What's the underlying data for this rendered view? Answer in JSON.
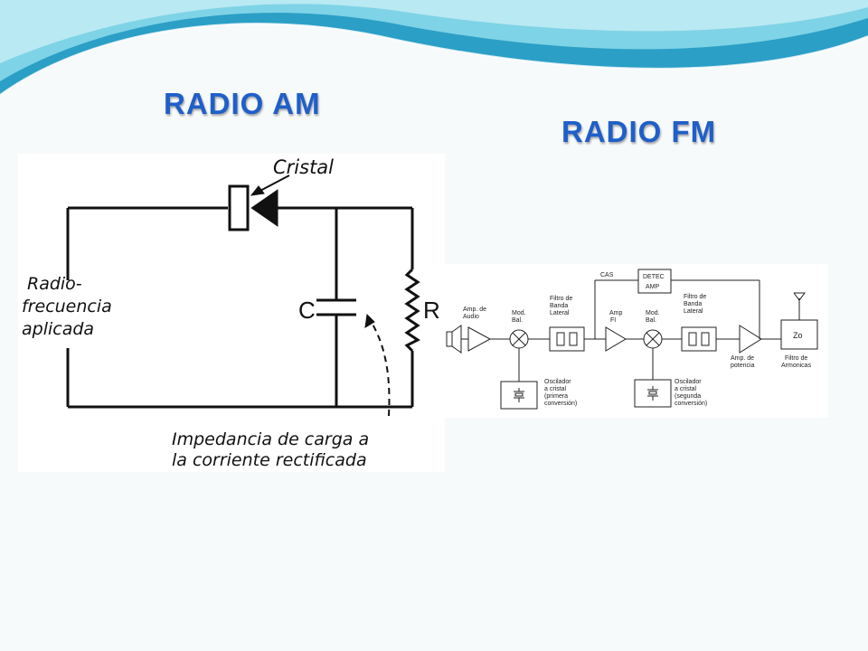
{
  "colors": {
    "title": "#1f5fc9",
    "wave_dark": "#2b9fc6",
    "wave_light": "#7fd3e6",
    "ink": "#111111"
  },
  "titles": {
    "am": "RADIO AM",
    "fm": "RADIO FM"
  },
  "am": {
    "crystal": "Cristal",
    "rf_line1": "Radio-",
    "rf_line2": "frecuencia",
    "rf_line3": "aplicada",
    "capacitor": "C",
    "resistor": "R",
    "load_line1": "Impedancia de carga a",
    "load_line2": "la corriente rectificada"
  },
  "fm": {
    "amp_audio": [
      "Amp. de",
      "Audio"
    ],
    "mod_bal1": [
      "Mod.",
      "Bal."
    ],
    "filter1": [
      "Filtro de",
      "Banda",
      "Lateral"
    ],
    "cas": "CAS",
    "detec_amp": [
      "DETEC",
      "AMP"
    ],
    "amp_fi": [
      "Amp",
      "FI"
    ],
    "mod_bal2": [
      "Mod.",
      "Bal."
    ],
    "filter2": [
      "Filtro de",
      "Banda",
      "Lateral"
    ],
    "amp_potencia": [
      "Amp. de",
      "potencia"
    ],
    "zo": "Zo",
    "filtro_armonicas": [
      "Filtro de",
      "Armonicas"
    ],
    "osc1": [
      "Oscilador",
      "a cristal",
      "(primera",
      "conversión)"
    ],
    "osc2": [
      "Oscilador",
      "a cristal",
      "(segunda",
      "conversión)"
    ]
  }
}
